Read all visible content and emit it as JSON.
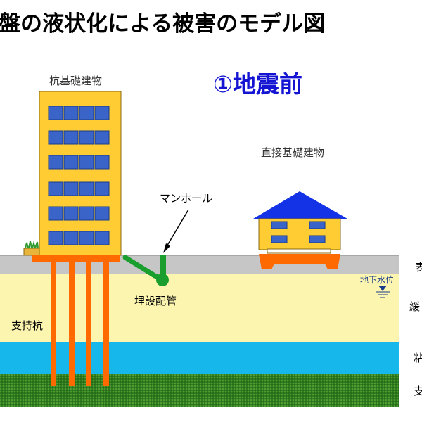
{
  "title": "盤の液状化による被害のモデル図",
  "stage": "①地震前",
  "labels": {
    "pile_building": "杭基礎建物",
    "direct_building": "直接基礎建物",
    "manhole": "マンホール",
    "buried_pipe": "埋設配管",
    "support_pile": "支持杭",
    "groundwater": "地下水位"
  },
  "layers": {
    "surface": "表",
    "loose": "緩",
    "clay": "粘",
    "support": "支"
  },
  "colors": {
    "title_blue": "#1414d2",
    "building_yellow": "#ffcc33",
    "window_blue": "#3b64c8",
    "roof_blue": "#1432e6",
    "pile_orange": "#ff6a00",
    "pipe_green": "#1a9e2e",
    "ground_gray": "#c6c6c6",
    "sand_yellow": "#fbf5b0",
    "water_cyan": "#16b8ec",
    "support_green": "#2f7d1f"
  }
}
